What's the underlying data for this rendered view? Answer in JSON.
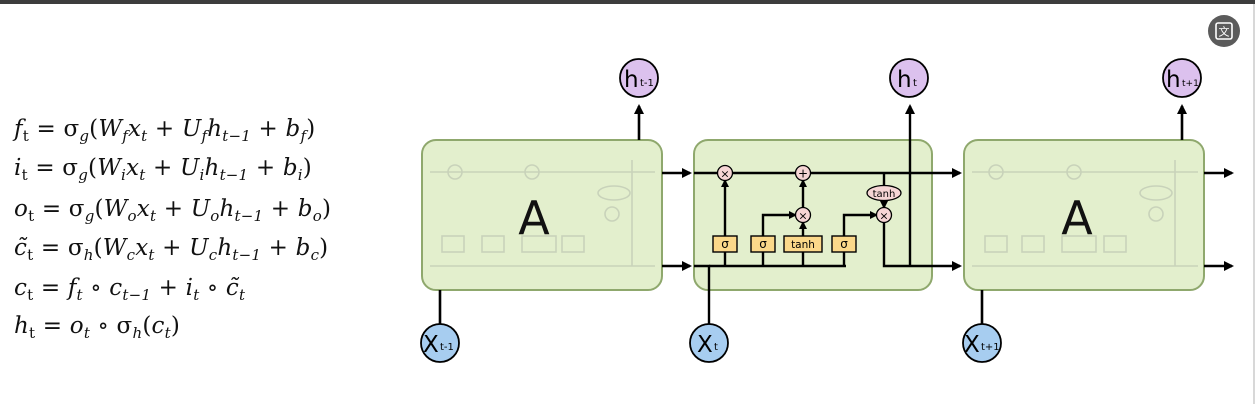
{
  "window": {
    "translate_icon": "translate-icon"
  },
  "equations": [
    {
      "lhs": "f",
      "lhs_sub": "t",
      "rhs": "= σ_g(W_f x_t + U_f h_{t−1} + b_f)"
    },
    {
      "lhs": "i",
      "lhs_sub": "t",
      "rhs": "= σ_g(W_i x_t + U_i h_{t−1} + b_i)"
    },
    {
      "lhs": "o",
      "lhs_sub": "t",
      "rhs": "= σ_g(W_o x_t + U_o h_{t−1} + b_o)"
    },
    {
      "lhs": "c̃",
      "lhs_sub": "t",
      "rhs": "= σ_h(W_c x_t + U_c h_{t−1} + b_c)"
    },
    {
      "lhs": "c",
      "lhs_sub": "t",
      "rhs": "= f_t ∘ c_{t−1} + i_t ∘ c̃_t"
    },
    {
      "lhs": "h",
      "lhs_sub": "t",
      "rhs": "= o_t ∘ σ_h(c_t)"
    }
  ],
  "diagram": {
    "cell_label_left": "A",
    "cell_label_right": "A",
    "inputs": [
      {
        "main": "X",
        "sub": "t-1"
      },
      {
        "main": "X",
        "sub": "t"
      },
      {
        "main": "X",
        "sub": "t+1"
      }
    ],
    "outputs": [
      {
        "main": "h",
        "sub": "t-1"
      },
      {
        "main": "h",
        "sub": "t"
      },
      {
        "main": "h",
        "sub": "t+1"
      }
    ],
    "gates": {
      "sigma1": "σ",
      "sigma2": "σ",
      "tanh": "tanh",
      "sigma3": "σ",
      "tanh_oval": "tanh",
      "multiply": "×",
      "add": "+"
    },
    "colors": {
      "cell_fill": "#e3efcd",
      "cell_stroke": "#8fa86d",
      "input_fill": "#a7cdf0",
      "output_fill": "#dcc1ee",
      "gate_fill": "#fbd88a",
      "op_fill": "#f6d5d5"
    }
  }
}
